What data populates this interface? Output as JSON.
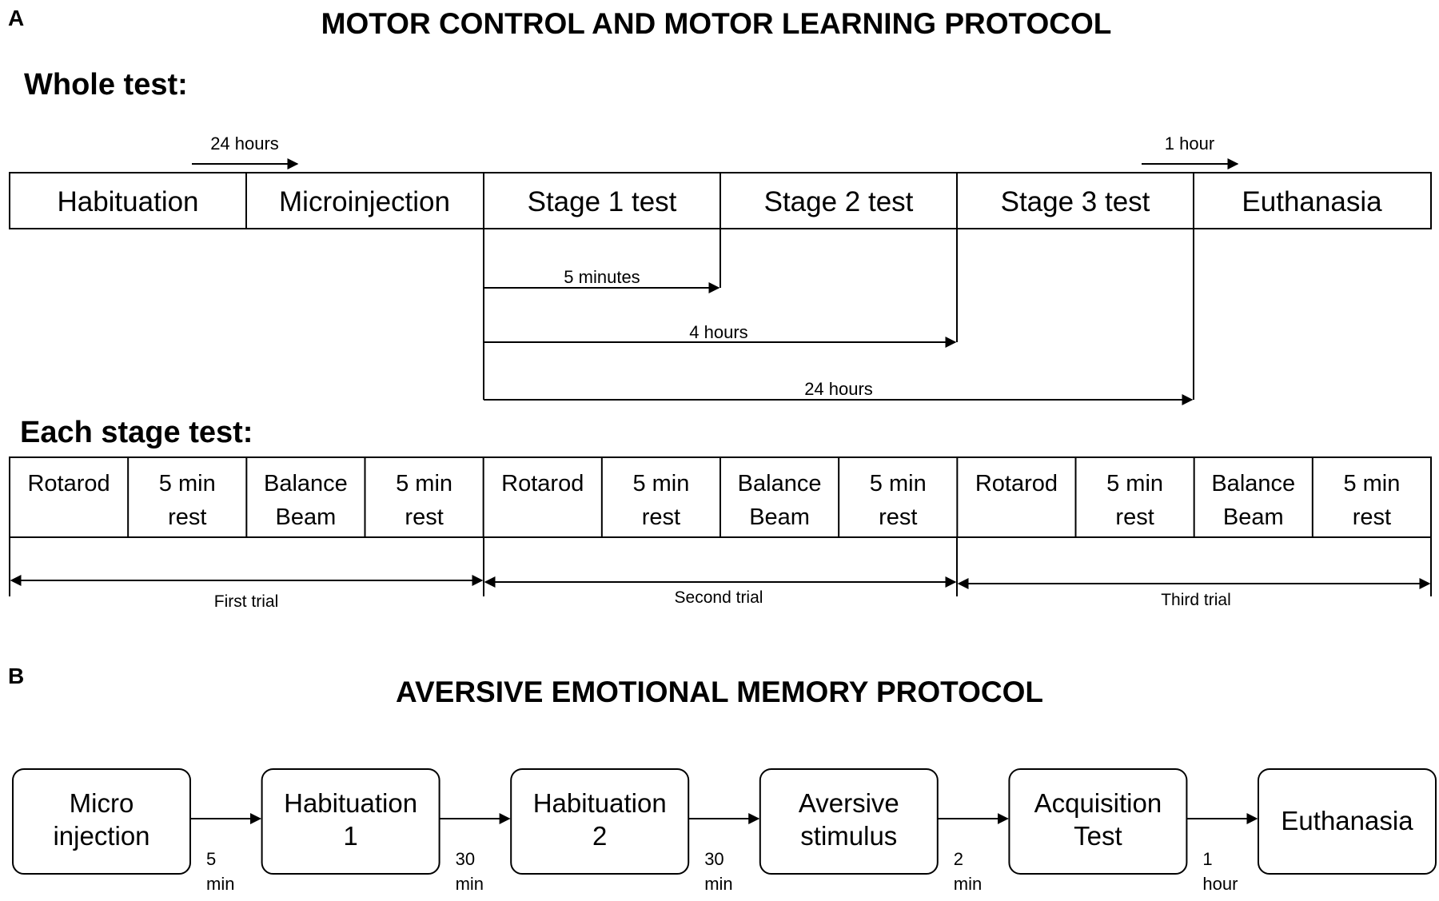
{
  "panel_a": {
    "letter": "A",
    "title": "MOTOR CONTROL AND MOTOR LEARNING PROTOCOL",
    "whole_label": "Whole test:",
    "top_intervals": [
      "24 hours",
      "1 hour"
    ],
    "timeline": [
      "Habituation",
      "Microinjection",
      "Stage 1 test",
      "Stage 2 test",
      "Stage 3 test",
      "Euthanasia"
    ],
    "stage_intervals": [
      "5 minutes",
      "4 hours",
      "24 hours"
    ],
    "each_label": "Each stage test:",
    "stage_cells": [
      [
        "Rotarod"
      ],
      [
        "5 min",
        "rest"
      ],
      [
        "Balance",
        "Beam"
      ],
      [
        "5 min",
        "rest"
      ],
      [
        "Rotarod"
      ],
      [
        "5 min",
        "rest"
      ],
      [
        "Balance",
        "Beam"
      ],
      [
        "5 min",
        "rest"
      ],
      [
        "Rotarod"
      ],
      [
        "5 min",
        "rest"
      ],
      [
        "Balance",
        "Beam"
      ],
      [
        "5 min",
        "rest"
      ]
    ],
    "trials": [
      "First trial",
      "Second trial",
      "Third trial"
    ]
  },
  "panel_b": {
    "letter": "B",
    "title": "AVERSIVE EMOTIONAL MEMORY PROTOCOL",
    "boxes": [
      [
        "Micro",
        "injection"
      ],
      [
        "Habituation",
        "1"
      ],
      [
        "Habituation",
        "2"
      ],
      [
        "Aversive",
        "stimulus"
      ],
      [
        "Acquisition",
        "Test"
      ],
      [
        "Euthanasia"
      ]
    ],
    "durations": [
      [
        "5",
        "min"
      ],
      [
        "30",
        "min"
      ],
      [
        "30",
        "min"
      ],
      [
        "2",
        "min"
      ],
      [
        "1",
        "hour"
      ]
    ]
  }
}
